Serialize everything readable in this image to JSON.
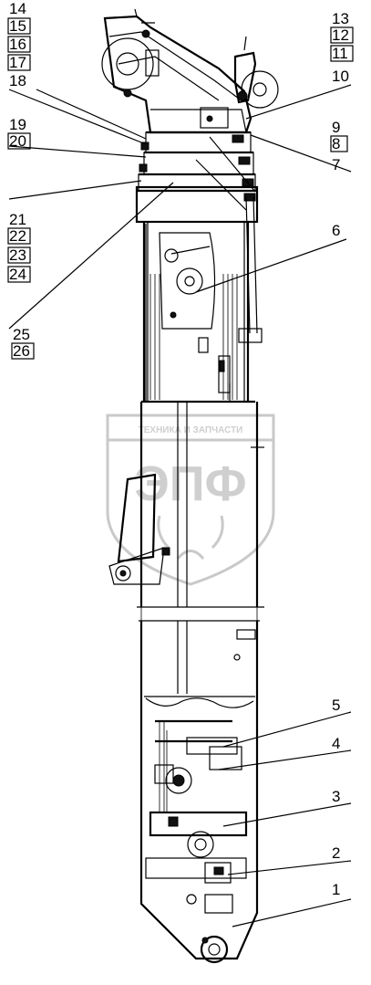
{
  "watermark": {
    "top_text": "ТЕХНИКА И ЗАПЧАСТИ",
    "logo_text": "ЭПФ",
    "color": "#c9c9c9"
  },
  "callouts_left": [
    {
      "num": "14",
      "boxed": false
    },
    {
      "num": "15",
      "boxed": true
    },
    {
      "num": "16",
      "boxed": true
    },
    {
      "num": "17",
      "boxed": true
    },
    {
      "num": "18",
      "boxed": false
    },
    {
      "num": "19",
      "boxed": false
    },
    {
      "num": "20",
      "boxed": true
    },
    {
      "num": "21",
      "boxed": false
    },
    {
      "num": "22",
      "boxed": true
    },
    {
      "num": "23",
      "boxed": true
    },
    {
      "num": "24",
      "boxed": true
    },
    {
      "num": "25",
      "boxed": false
    },
    {
      "num": "26",
      "boxed": true
    }
  ],
  "callouts_right": [
    {
      "num": "13",
      "boxed": false
    },
    {
      "num": "12",
      "boxed": true
    },
    {
      "num": "11",
      "boxed": true
    },
    {
      "num": "10",
      "boxed": false
    },
    {
      "num": "9",
      "boxed": false
    },
    {
      "num": "8",
      "boxed": true
    },
    {
      "num": "7",
      "boxed": false
    },
    {
      "num": "6",
      "boxed": false
    },
    {
      "num": "5",
      "boxed": false
    },
    {
      "num": "4",
      "boxed": false
    },
    {
      "num": "3",
      "boxed": false
    },
    {
      "num": "2",
      "boxed": false
    },
    {
      "num": "1",
      "boxed": false
    }
  ]
}
